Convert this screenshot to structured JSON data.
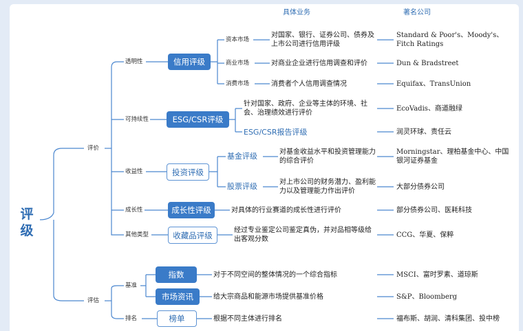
{
  "headers": {
    "business": "具体业务",
    "companies": "著名公司"
  },
  "root": "评级",
  "branches": {
    "evaluate": "评价",
    "assess": "评估"
  },
  "evaluate": {
    "transparency": "透明性",
    "sustainability": "可持续性",
    "profitability": "收益性",
    "growth": "成长性",
    "other": "其他类型"
  },
  "assess": {
    "benchmark": "基准",
    "ranking": "排名"
  },
  "boxes": {
    "credit": "信用评级",
    "esg": "ESG/CSR评级",
    "invest": "投资评级",
    "growth": "成长性评级",
    "collect": "收藏品评级",
    "index": "指数",
    "market": "市场资讯",
    "list": "榜单"
  },
  "markets": {
    "capital": "资本市场",
    "commercial": "商业市场",
    "consumer": "消费市场"
  },
  "sub": {
    "esg_report": "ESG/CSR报告评级",
    "fund": "基金评级",
    "stock": "股票评级"
  },
  "desc": {
    "capital": "对国家、银行、证券公司、债券及上市公司进行信用评级",
    "commercial": "对商业企业进行信用调查和评价",
    "consumer": "消费者个人信用调查情况",
    "esg": "针对国家、政府、企业等主体的环境、社会、治理绩效进行评价",
    "fund": "对基金收益水平和投资管理能力的综合评价",
    "stock": "对上市公司的财务潜力、盈利能力以及管理能力作出评价",
    "growth": "对具体的行业赛道的成长性进行评价",
    "collect": "经过专业鉴定公司鉴定真伪，并对品相等级给出客观分数",
    "index": "对于不同空间的整体情况的一个综合指标",
    "market": "给大宗商品和能源市场提供基准价格",
    "list": "根据不同主体进行排名"
  },
  "companies": {
    "capital": "Standard & Poor's、Moody's、Fitch Ratings",
    "commercial": "Dun & Bradstreet",
    "consumer": "Equifax、TransUnion",
    "esg": "EcoVadis、商道融绿",
    "esg_report": "润灵环球、责任云",
    "fund": "Morningstar、理柏基金中心、中国银河证券基金",
    "stock": "大部分债券公司",
    "growth": "部分债券公司、医耗科技",
    "collect": "CCG、华夏、保粹",
    "index": "MSCI、富时罗素、道琼斯",
    "market": "S&P、Bloomberg",
    "list": "福布斯、胡润、清科集团、投中榜"
  }
}
